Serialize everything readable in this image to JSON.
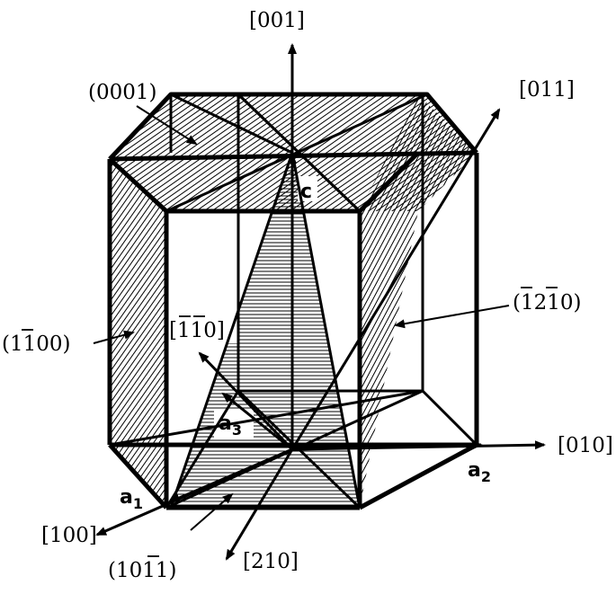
{
  "labels": {
    "dir_001": "[001]",
    "dir_011": "[011]",
    "dir_010": "[010]",
    "dir_100": "[100]",
    "dir_210": "[210]",
    "dir_m1m10_base": "[110]",
    "plane_0001": "(0001)",
    "plane_1m100_pre": "(1",
    "plane_1m100_bar": "1",
    "plane_1m100_post": "00)",
    "plane_m12m10_open": "(",
    "plane_m12m10_1": "1",
    "plane_m12m10_2": "2",
    "plane_m12m10_3": "1",
    "plane_m12m10_4": "0)",
    "plane_10m11_pre": "(10",
    "plane_10m11_bar": "1",
    "plane_10m11_post": "1)",
    "dir_m1m10_open": "[",
    "dir_m1m10_1": "1",
    "dir_m1m10_2": "1",
    "dir_m1m10_3": "0]"
  },
  "vectors": {
    "c": "c",
    "a1": "a",
    "a1_sub": "1",
    "a2": "a",
    "a2_sub": "2",
    "a3": "a",
    "a3_sub": "3"
  },
  "colors": {
    "ink": "#000000",
    "background": "#ffffff"
  }
}
